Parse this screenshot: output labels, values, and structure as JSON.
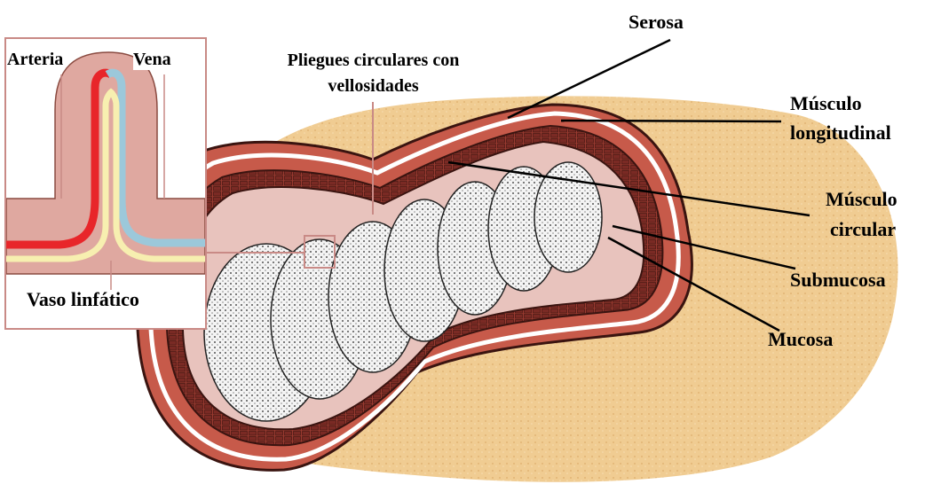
{
  "labels": {
    "serosa": "Serosa",
    "musculo_longitudinal_1": "Músculo",
    "musculo_longitudinal_2": "longitudinal",
    "musculo_circular_1": "Músculo",
    "musculo_circular_2": "circular",
    "submucosa": "Submucosa",
    "mucosa": "Mucosa",
    "pliegues_1": "Pliegues circulares con",
    "pliegues_2": "vellosidades",
    "arteria": "Arteria",
    "vena": "Vena",
    "vaso_linfatico": "Vaso linfático"
  },
  "colors": {
    "outer_tan": "#f0cc92",
    "muscle_red": "#c75a4a",
    "wall_dark": "#7a2a24",
    "mucosa_pink": "#e8c3bd",
    "artery": "#e8262a",
    "vein": "#9cc8da",
    "lymph": "#f7efb0",
    "inset_border": "#c98a86"
  }
}
